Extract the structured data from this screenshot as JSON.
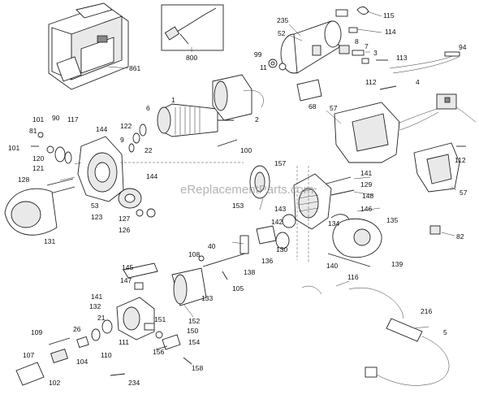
{
  "watermark": "eReplacementParts.com",
  "labels": {
    "l861": "861",
    "l800": "800",
    "l235": "235",
    "l52": "52",
    "l115": "115",
    "l114": "114",
    "l99": "99",
    "l11": "11",
    "l8": "8",
    "l7": "7",
    "l3": "3",
    "l113": "113",
    "l94": "94",
    "l68": "68",
    "l112a": "112",
    "l4": "4",
    "l57a": "57",
    "l1": "1",
    "l6": "6",
    "l2": "2",
    "l101a": "101",
    "l90": "90",
    "l117": "117",
    "l144a": "144",
    "l122": "122",
    "l81": "81",
    "l9": "9",
    "l101b": "101",
    "l120": "120",
    "l22": "22",
    "l100": "100",
    "l112b": "112",
    "l121": "121",
    "l57b": "57",
    "l128": "128",
    "l144b": "144",
    "l157": "157",
    "l141a": "141",
    "l129": "129",
    "l148": "148",
    "l53": "53",
    "l123": "123",
    "l153": "153",
    "l143": "143",
    "l146": "146",
    "l127": "127",
    "l142": "142",
    "l134": "134",
    "l135": "135",
    "l126": "126",
    "l82": "82",
    "l131": "131",
    "l40": "40",
    "l130": "130",
    "l108": "108",
    "l136": "136",
    "l139": "139",
    "l140": "140",
    "l145": "145",
    "l138": "138",
    "l147": "147",
    "l105": "105",
    "l116": "116",
    "l141b": "141",
    "l133": "133",
    "l132": "132",
    "l21": "21",
    "l151": "151",
    "l152": "152",
    "l216": "216",
    "l26": "26",
    "l150": "150",
    "l109": "109",
    "l111": "111",
    "l5": "5",
    "l110": "110",
    "l156": "156",
    "l154": "154",
    "l107": "107",
    "l104": "104",
    "l158": "158",
    "l102": "102",
    "l234": "234"
  }
}
